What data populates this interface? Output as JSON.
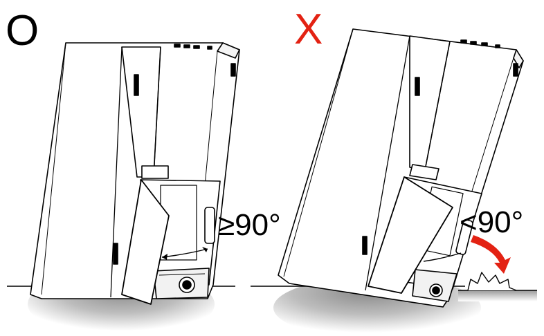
{
  "correct": {
    "mark": "O",
    "angle_label": "≥90°"
  },
  "incorrect": {
    "mark": "X",
    "angle_label": "<90°",
    "mark_color": "#e32213",
    "arrow_color": "#e32213"
  }
}
